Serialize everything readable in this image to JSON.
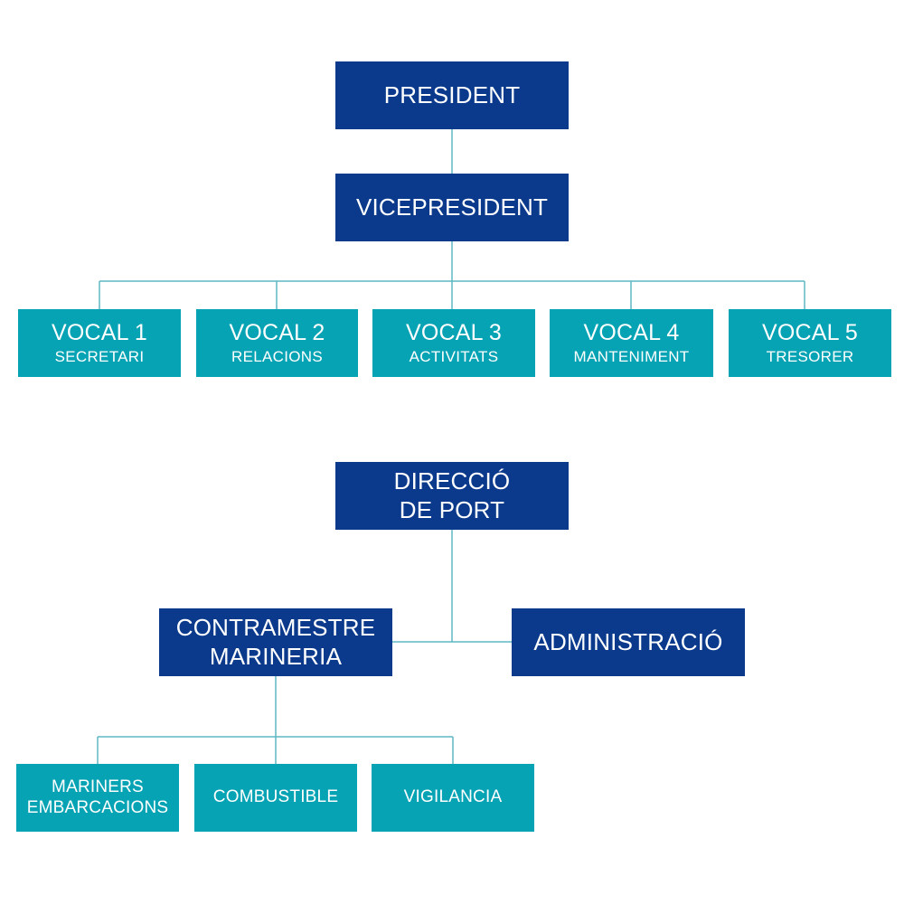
{
  "colors": {
    "primary": "#0b3a8c",
    "secondary": "#06a3b5",
    "connector": "#5fb7c4"
  },
  "board": {
    "president": "PRESIDENT",
    "vicepresident": "VICEPRESIDENT",
    "vocals": [
      {
        "title": "VOCAL 1",
        "role": "SECRETARI"
      },
      {
        "title": "VOCAL 2",
        "role": "RELACIONS"
      },
      {
        "title": "VOCAL 3",
        "role": "ACTIVITATS"
      },
      {
        "title": "VOCAL 4",
        "role": "MANTENIMENT"
      },
      {
        "title": "VOCAL 5",
        "role": "TRESORER"
      }
    ]
  },
  "port": {
    "direction": {
      "line1": "DIRECCIÓ",
      "line2": "DE PORT"
    },
    "contramestre": {
      "line1": "CONTRAMESTRE",
      "line2": "MARINERIA"
    },
    "administration": "ADMINISTRACIÓ",
    "teams": [
      {
        "line1": "MARINERS",
        "line2": "EMBARCACIONS"
      },
      {
        "line1": "COMBUSTIBLE"
      },
      {
        "line1": "VIGILANCIA"
      }
    ]
  }
}
